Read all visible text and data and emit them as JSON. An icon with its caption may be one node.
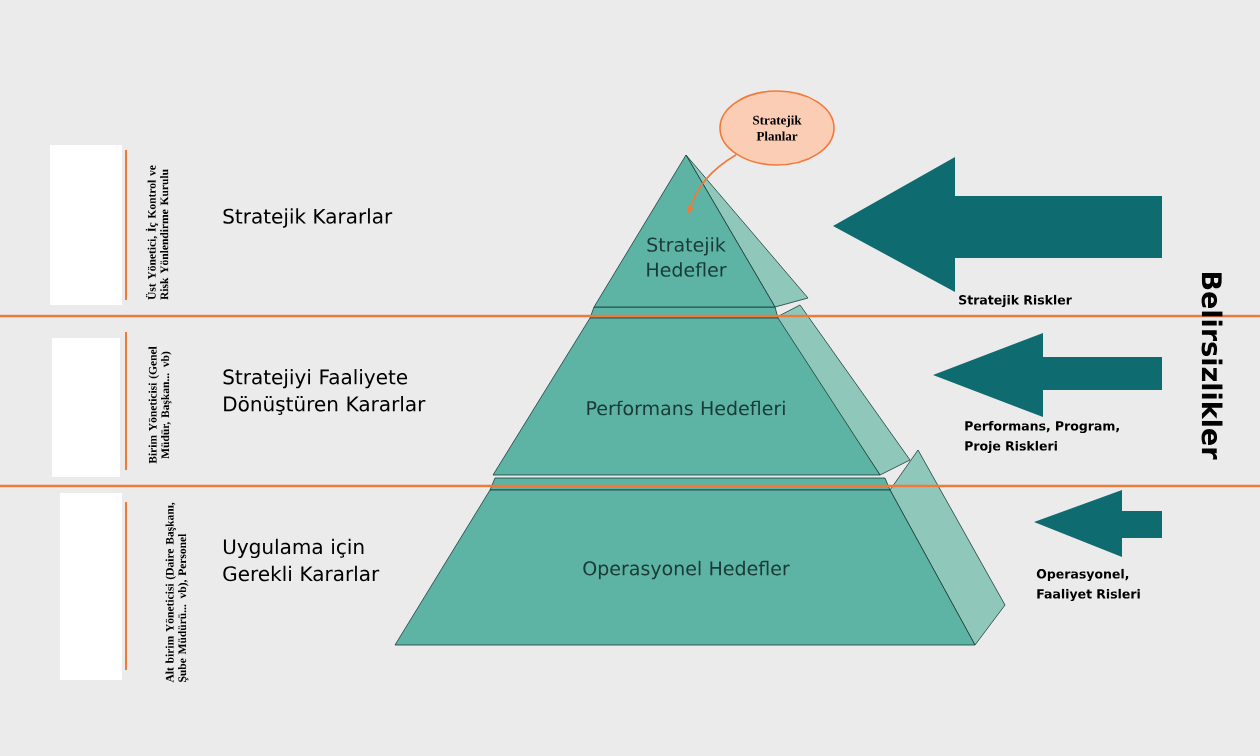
{
  "diagram": {
    "nodes": [
      {
        "text": [
          "Stratejik Planlar"
        ]
      },
      {
        "text": [
          "Stratejik Hedefler"
        ]
      },
      {
        "text": [
          "Performans Hedefleri"
        ]
      },
      {
        "text": [
          "Operasyonel Hedefler"
        ]
      }
    ],
    "edges": [
      {
        "from": 0,
        "to": 1,
        "arrow": "to",
        "color": "#f07a3a"
      }
    ],
    "labels": [
      "Üst Yönetici, İç Kontrol ve Risk Yönlendirme Kurulu",
      "Stratejik Kararlar",
      "Stratejik Riskler",
      "Belirsizlikler",
      "Birim Yöneticisi (Genel Müdür, Başkan... vb)",
      "Stratejiyi Faaliyete Dönüştüren Kararlar",
      "Performans, Program, Proje Riskleri",
      "Alt birim Yöneticisi (Daire Başkanı, Şube Müdürü... vb), Personel",
      "Uygulama için Gerekli Kararlar",
      "Operasyonel, Faaliyet Risleri"
    ]
  }
}
